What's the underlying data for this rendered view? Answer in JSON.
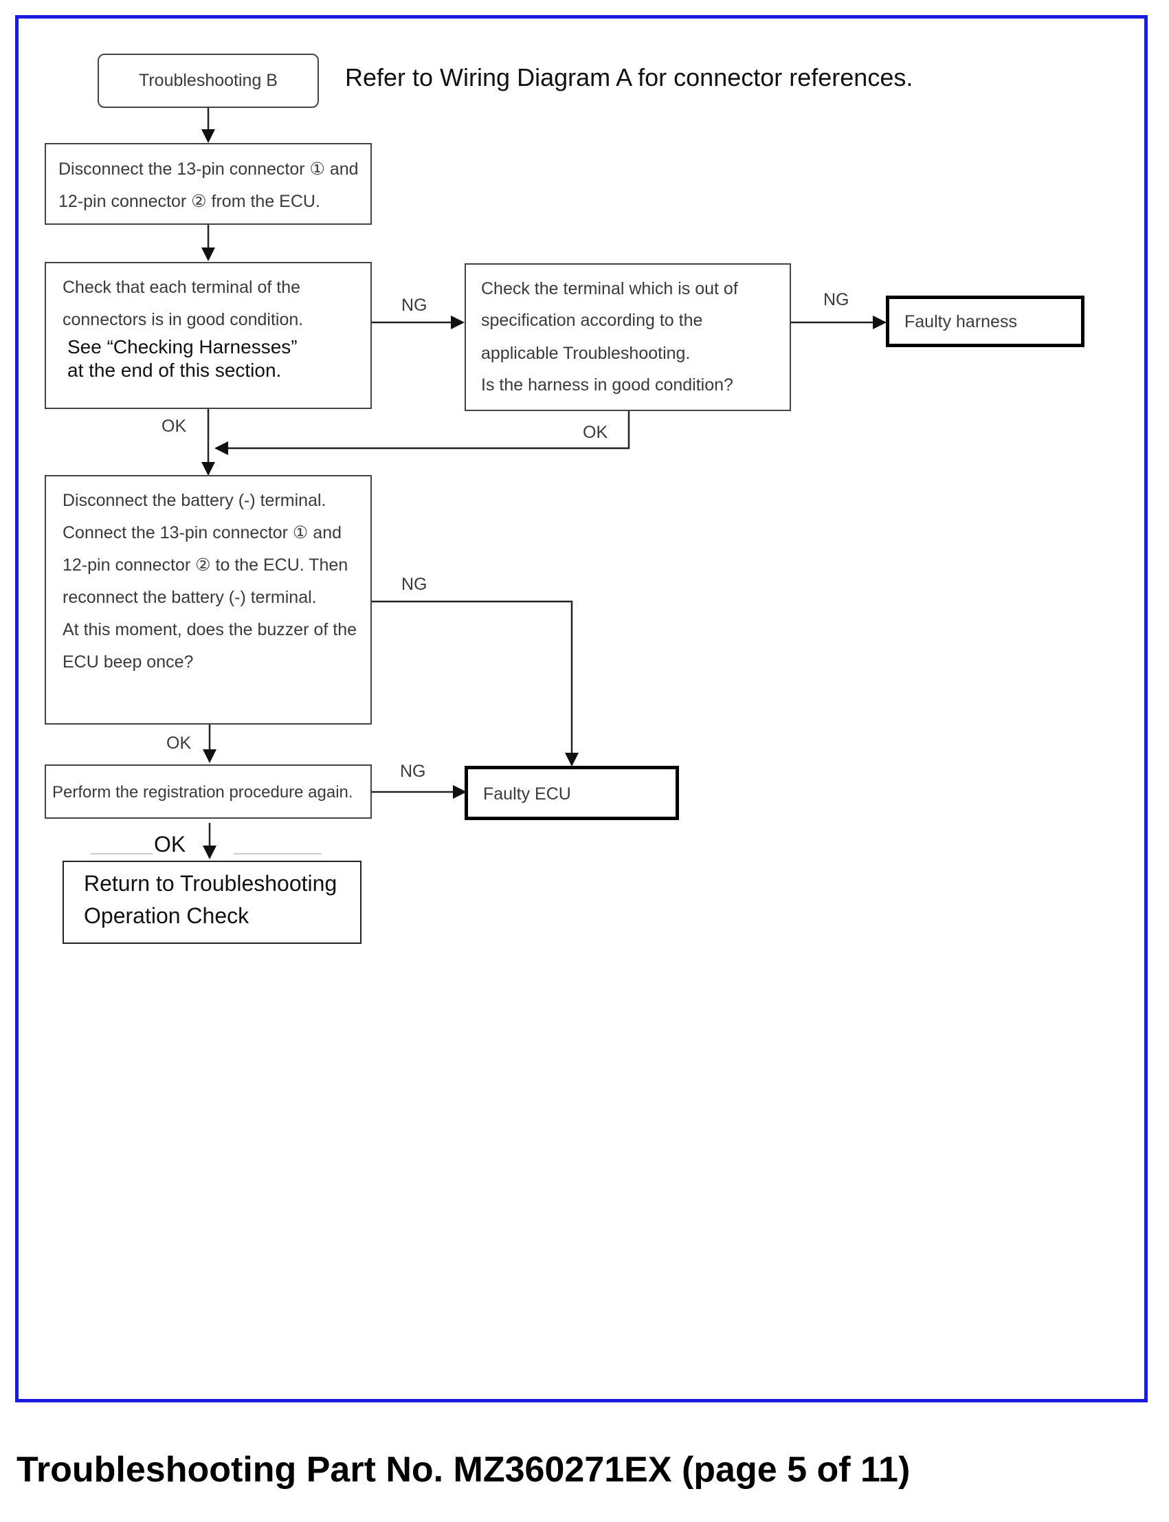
{
  "header_note": "Refer to Wiring Diagram A for connector references.",
  "start": "Troubleshooting B",
  "step1": {
    "line1": "Disconnect the 13-pin connector ① and",
    "line2": "12-pin connector ② from the ECU."
  },
  "step2": {
    "line1": "Check that each terminal of the",
    "line2": "connectors is in good condition.",
    "line3": "See “Checking Harnesses”",
    "line4": "at the end of this section."
  },
  "step2b": {
    "line1": "Check the terminal which is out of",
    "line2": "specification according to the",
    "line3": "applicable Troubleshooting.",
    "line4": "Is the harness in good condition?"
  },
  "faulty_harness": "Faulty harness",
  "step3": {
    "line1": "Disconnect  the  battery  (-)  terminal.",
    "line2": "Connect  the  13-pin  connector ①  and",
    "line3": "12-pin connector ② to the ECU.  Then",
    "line4": "reconnect the battery (-) terminal.",
    "line5": "At this moment, does the buzzer of the",
    "line6": "ECU beep once?"
  },
  "step4": "Perform the registration procedure again.",
  "faulty_ecu": "Faulty ECU",
  "end": {
    "line1": "Return to Troubleshooting",
    "line2": "Operation Check"
  },
  "labels": {
    "ng": "NG",
    "ok": "OK"
  },
  "footer": "Troubleshooting Part No. MZ360271EX (page 5 of 11)",
  "colors": {
    "frame": "#1a1ae0"
  }
}
